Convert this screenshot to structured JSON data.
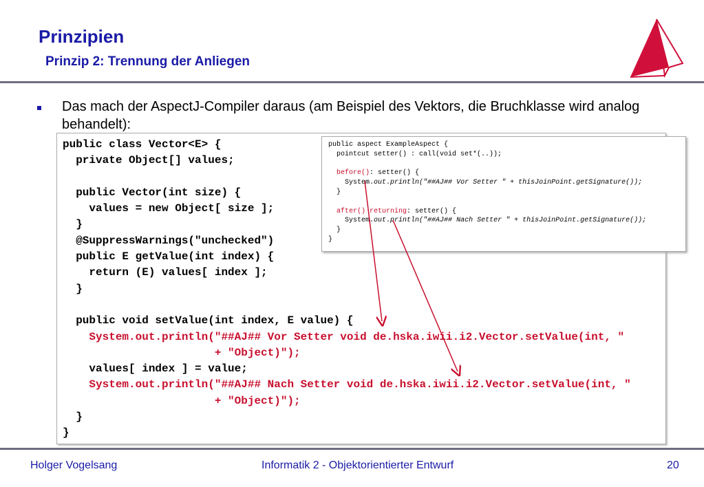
{
  "header": {
    "title": "Prinzipien",
    "subtitle": "Prinzip 2: Trennung der Anliegen"
  },
  "bullet": {
    "text": "Das mach der AspectJ-Compiler daraus (am Beispiel des Vektors, die Bruchklasse wird analog behandelt):"
  },
  "vector_code": {
    "l1": "public class Vector<E> {",
    "l2": "  private Object[] values;",
    "l3": "",
    "l4": "  public Vector(int size) {",
    "l5": "    values = new Object[ size ];",
    "l6": "  }",
    "l7": "  @SuppressWarnings(\"unchecked\")",
    "l8": "  public E getValue(int index) {",
    "l9": "    return (E) values[ index ];",
    "l10": "  }",
    "l11": "",
    "l12": "  public void setValue(int index, E value) {",
    "l13": "    System.out.println(\"##AJ## Vor Setter void de.hska.iwii.i2.Vector.setValue(int, \"",
    "l14": "                       + \"Object)\");",
    "l15": "    values[ index ] = value;",
    "l16": "    System.out.println(\"##AJ## Nach Setter void de.hska.iwii.i2.Vector.setValue(int, \"",
    "l17": "                       + \"Object)\");",
    "l18": "  }",
    "l19": "}"
  },
  "aspect_code": {
    "l1": "public aspect ExampleAspect {",
    "l2": "  pointcut setter() : call(void set*(..));",
    "l3": "",
    "l4_kw": "  before()",
    "l4_rest": ": setter() {",
    "l5_a": "    System.",
    "l5_out": "out",
    "l5_dot": ".",
    "l5_it": "println(\"##AJ## Vor Setter \" + thisJoinPoint.getSignature());",
    "l6": "  }",
    "l7": "",
    "l8_kw": "  after() returning",
    "l8_rest": ": setter() {",
    "l9_a": "    System.",
    "l9_out": "out",
    "l9_dot": ".",
    "l9_it": "println(\"##AJ## Nach Setter \" + thisJoinPoint.getSignature());",
    "l10": "  }",
    "l11": "}"
  },
  "footer": {
    "author": "Holger Vogelsang",
    "course": "Informatik 2 - Objektorientierter Entwurf",
    "page": "20"
  },
  "colors": {
    "title": "#1a1aa6",
    "highlight": "#c8102e",
    "rule": "#6e6e82"
  },
  "icons": {
    "logo": "sail-logo-icon",
    "bullet": "square-bullet-icon"
  }
}
